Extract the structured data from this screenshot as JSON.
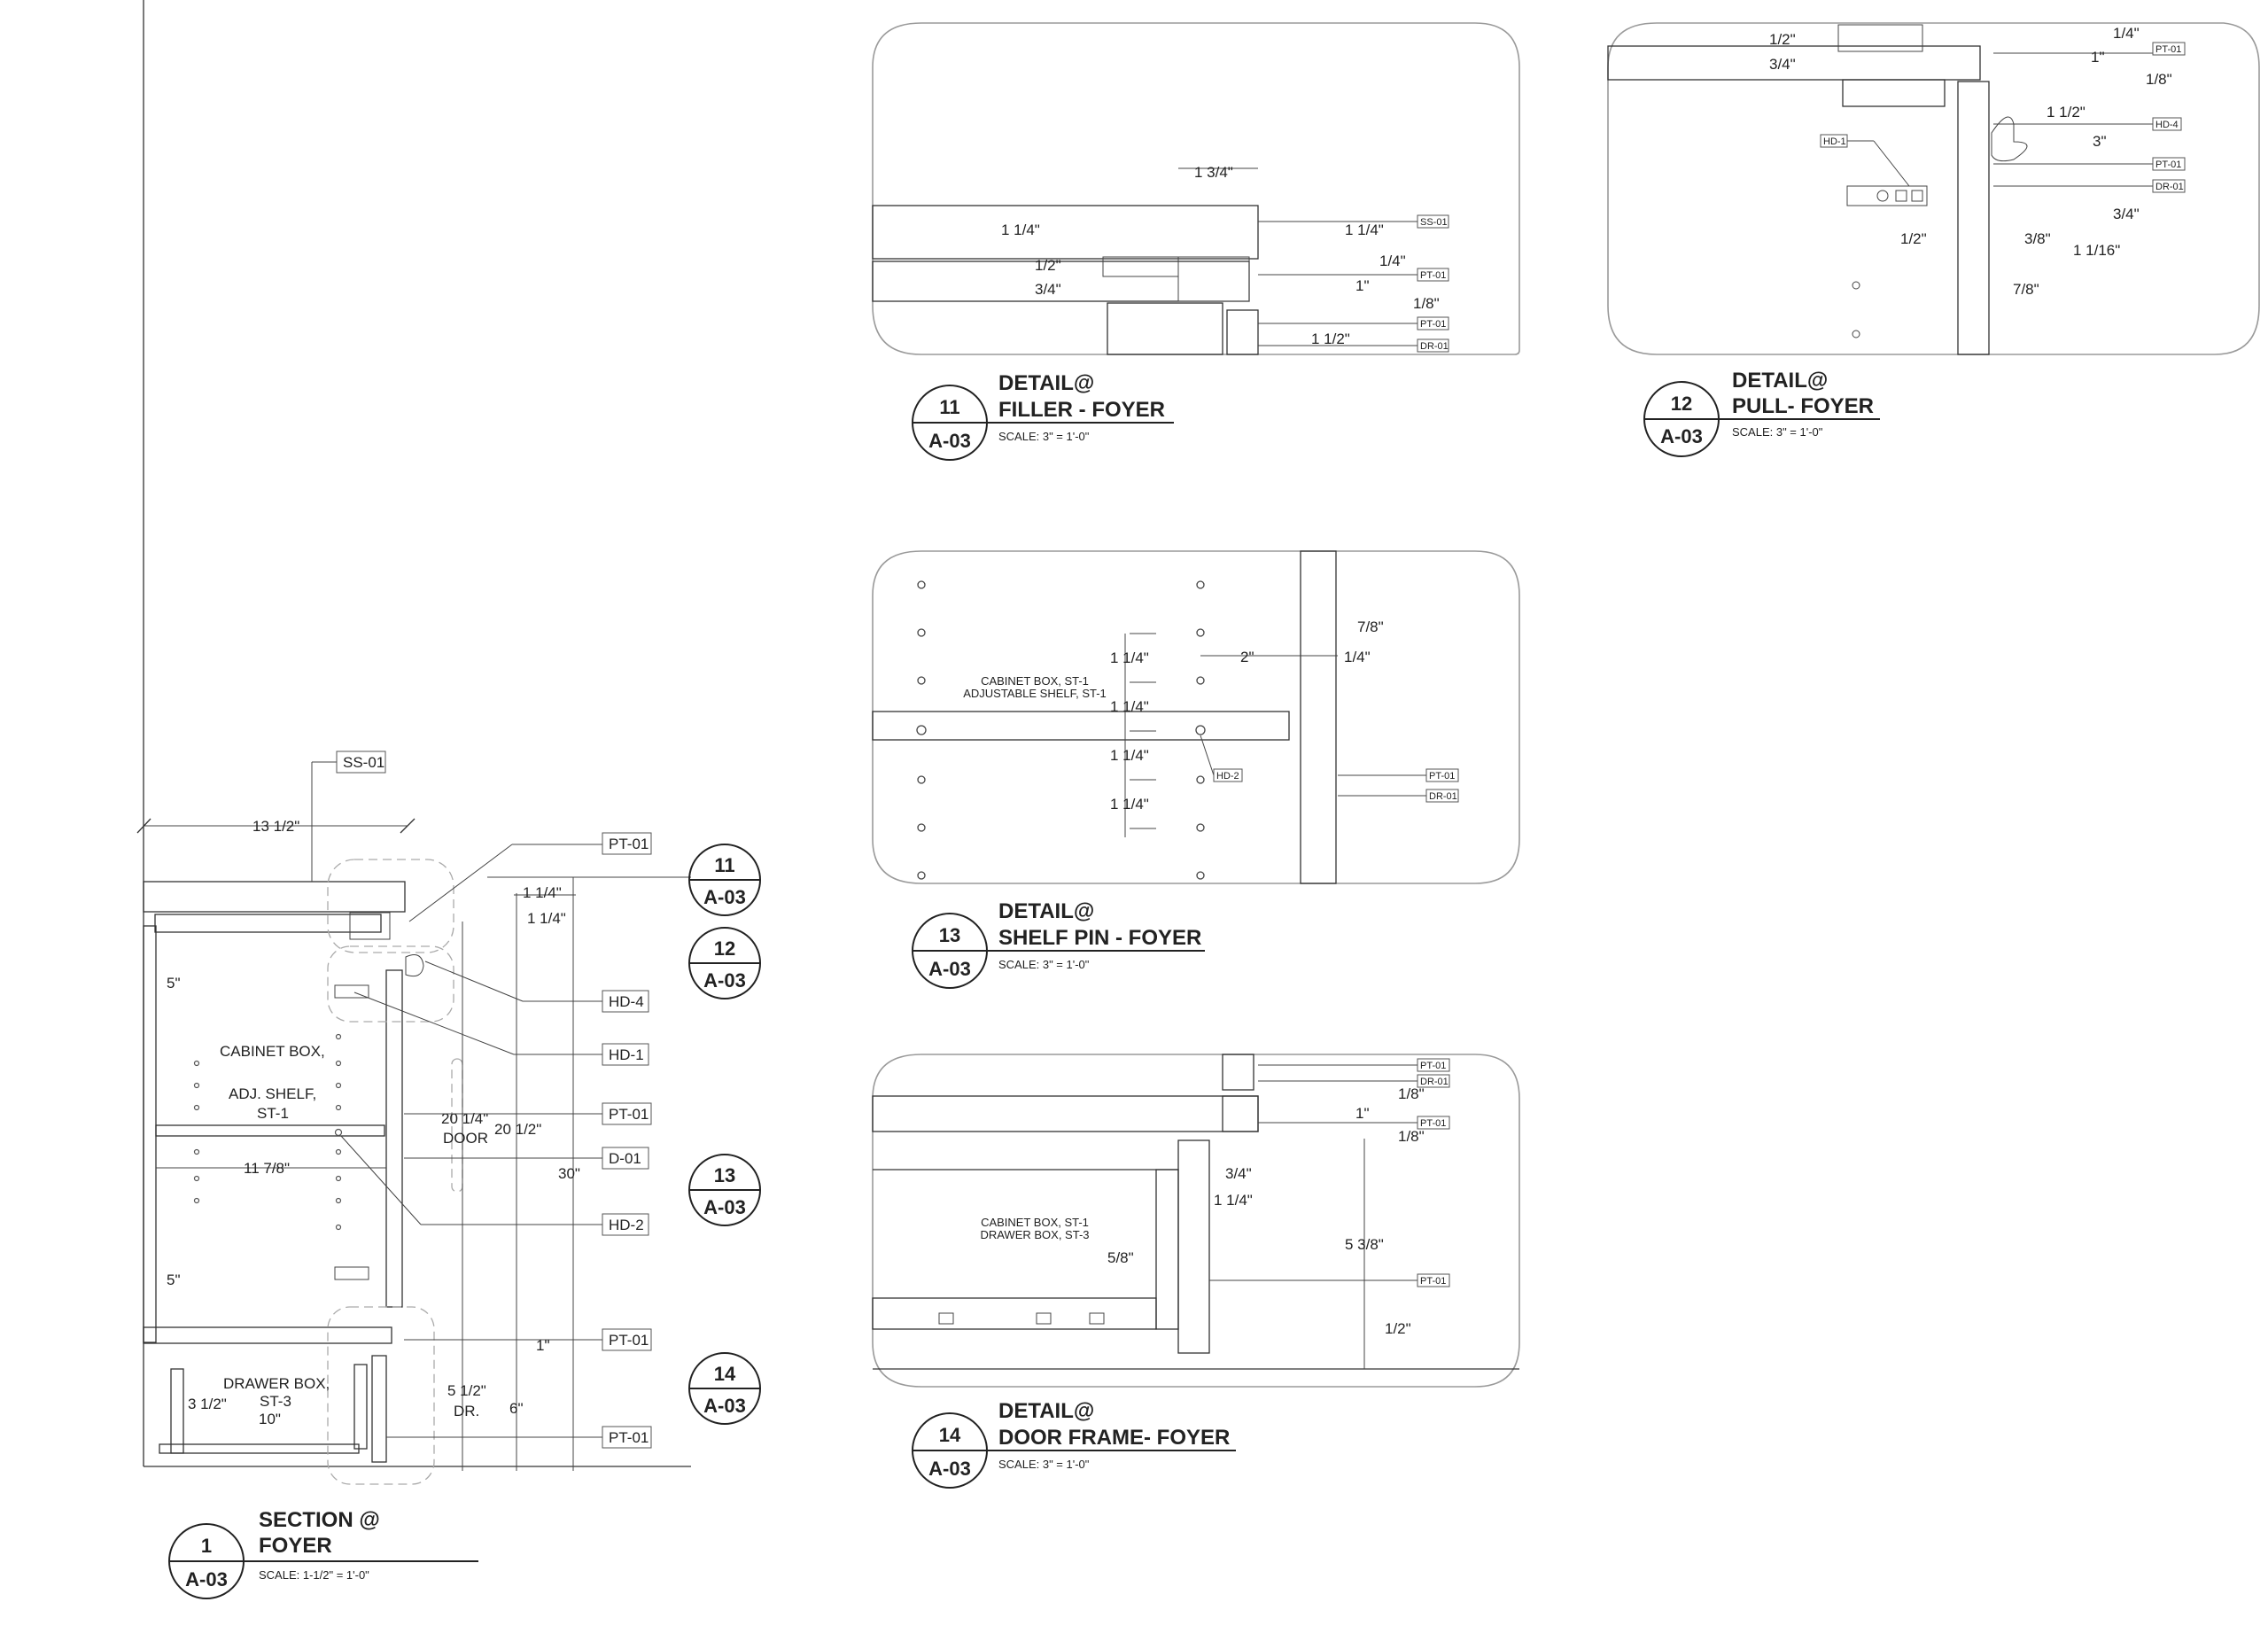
{
  "section": {
    "title_line1": "SECTION @",
    "title_line2": "FOYER",
    "number": "1",
    "sheet": "A-03",
    "scale": "SCALE: 1-1/2\" = 1'-0\"",
    "tags": {
      "ss01": "SS-01",
      "pt01a": "PT-01",
      "hd4": "HD-4",
      "hd1": "HD-1",
      "pt01b": "PT-01",
      "d01": "D-01",
      "hd2": "HD-2",
      "pt01c": "PT-01",
      "pt01d": "PT-01"
    },
    "dims": {
      "width": "13 1/2\"",
      "d1": "1 1/4\"",
      "d2": "1 1/4\"",
      "d5a": "5\"",
      "d5b": "5\"",
      "shelf": "11 7/8\"",
      "door_h": "20 1/4\"",
      "door_lbl": "DOOR",
      "d20": "20 1/2\"",
      "d30": "30\"",
      "d1in": "1\"",
      "dr_h": "5 1/2\"",
      "dr_lbl": "DR.",
      "d6": "6\"",
      "d312": "3 1/2\"",
      "d10": "10\""
    },
    "labels": {
      "cab": "CABINET BOX,",
      "adj": "ADJ. SHELF,",
      "st1": "ST-1",
      "drawer": "DRAWER BOX,",
      "st3": "ST-3"
    },
    "callouts": [
      {
        "num": "11",
        "sheet": "A-03"
      },
      {
        "num": "12",
        "sheet": "A-03"
      },
      {
        "num": "13",
        "sheet": "A-03"
      },
      {
        "num": "14",
        "sheet": "A-03"
      }
    ]
  },
  "detail11": {
    "title_line1": "DETAIL@",
    "title_line2": "FILLER - FOYER",
    "number": "11",
    "sheet": "A-03",
    "scale": "SCALE: 3\" = 1'-0\"",
    "dims": {
      "a": "1 3/4\"",
      "b": "1 1/4\"",
      "c": "1/2\"",
      "d": "3/4\"",
      "e": "1 1/4\"",
      "f": "1/4\"",
      "g": "1\"",
      "h": "1/8\"",
      "i": "1 1/2\""
    },
    "tags": {
      "ss01": "SS-01",
      "pt01a": "PT-01",
      "pt01b": "PT-01",
      "dr01": "DR-01"
    }
  },
  "detail12": {
    "title_line1": "DETAIL@",
    "title_line2": "PULL- FOYER",
    "number": "12",
    "sheet": "A-03",
    "scale": "SCALE: 3\" = 1'-0\"",
    "dims": {
      "a": "1/2\"",
      "b": "3/4\"",
      "c": "1/4\"",
      "d": "1\"",
      "e": "1/8\"",
      "f": "1 1/2\"",
      "g": "3\"",
      "h": "3/4\"",
      "i": "1/2\"",
      "j": "3/8\"",
      "k": "1 1/16\"",
      "l": "7/8\""
    },
    "tags": {
      "pt01a": "PT-01",
      "hd4": "HD-4",
      "pt01b": "PT-01",
      "dr01": "DR-01",
      "hd1": "HD-1"
    }
  },
  "detail13": {
    "title_line1": "DETAIL@",
    "title_line2": "SHELF PIN - FOYER",
    "number": "13",
    "sheet": "A-03",
    "scale": "SCALE: 3\" = 1'-0\"",
    "dims": {
      "a": "7/8\"",
      "b": "2\"",
      "c": "1/4\"",
      "d1": "1 1/4\"",
      "d2": "1 1/4\"",
      "d3": "1 1/4\"",
      "d4": "1 1/4\""
    },
    "labels": {
      "l1": "CABINET BOX, ST-1",
      "l2": "ADJUSTABLE SHELF, ST-1"
    },
    "tags": {
      "hd2": "HD-2",
      "pt01": "PT-01",
      "dr01": "DR-01"
    }
  },
  "detail14": {
    "title_line1": "DETAIL@",
    "title_line2": "DOOR FRAME- FOYER",
    "number": "14",
    "sheet": "A-03",
    "scale": "SCALE: 3\" = 1'-0\"",
    "dims": {
      "a": "1/8\"",
      "b": "1\"",
      "c": "1/8\"",
      "d": "3/4\"",
      "e": "1 1/4\"",
      "f": "5/8\"",
      "g": "5 3/8\"",
      "h": "1/2\""
    },
    "labels": {
      "l1": "CABINET BOX, ST-1",
      "l2": "DRAWER BOX, ST-3"
    },
    "tags": {
      "pt01a": "PT-01",
      "dr01": "DR-01",
      "pt01b": "PT-01",
      "pt01c": "PT-01"
    }
  }
}
